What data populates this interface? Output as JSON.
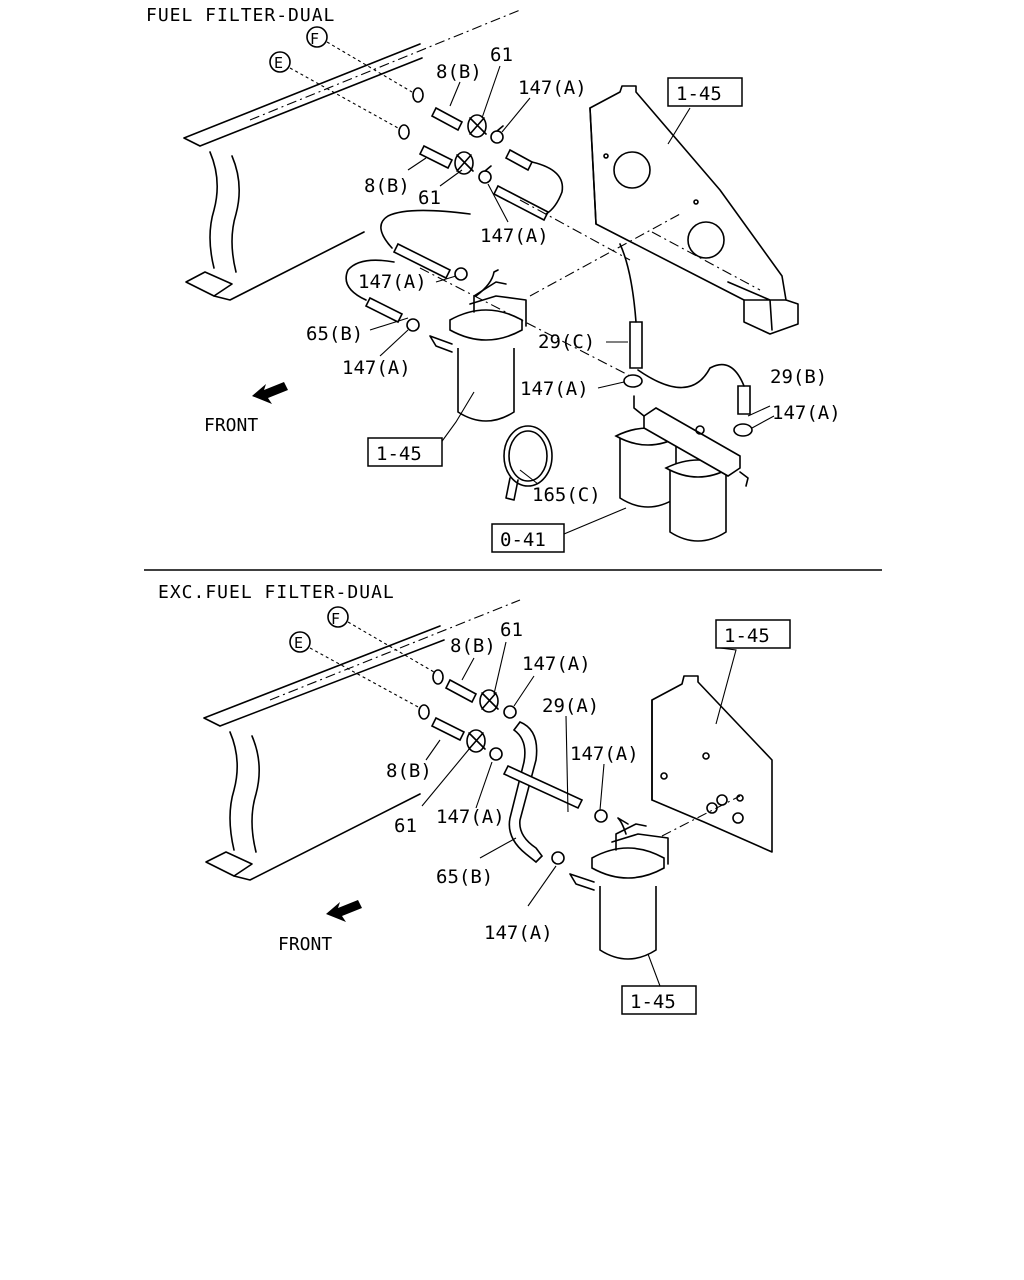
{
  "sections": {
    "top_title": "FUEL FILTER-DUAL",
    "bottom_title": "EXC.FUEL FILTER-DUAL"
  },
  "top": {
    "ref_f": "F",
    "ref_e": "E",
    "lbl_8b_upper": "8(B)",
    "lbl_61_upper": "61",
    "lbl_147a_1": "147(A)",
    "lbl_8b_lower": "8(B)",
    "lbl_61_lower": "61",
    "lbl_147a_2": "147(A)",
    "lbl_147a_3": "147(A)",
    "lbl_65b": "65(B)",
    "lbl_147a_4": "147(A)",
    "lbl_29c": "29(C)",
    "lbl_147a_5": "147(A)",
    "lbl_29b": "29(B)",
    "lbl_147a_6": "147(A)",
    "lbl_165c": "165(C)",
    "front": "FRONT",
    "box_145_bracket": "1-45",
    "box_145_filter": "1-45",
    "box_041": "0-41"
  },
  "bottom": {
    "ref_f": "F",
    "ref_e": "E",
    "lbl_8b_upper": "8(B)",
    "lbl_61_upper": "61",
    "lbl_147a_1": "147(A)",
    "lbl_29a": "29(A)",
    "lbl_147a_2": "147(A)",
    "lbl_8b_lower": "8(B)",
    "lbl_61_lower": "61",
    "lbl_147a_3": "147(A)",
    "lbl_65b": "65(B)",
    "lbl_147a_4": "147(A)",
    "front": "FRONT",
    "box_145_bracket": "1-45",
    "box_145_filter": "1-45"
  }
}
